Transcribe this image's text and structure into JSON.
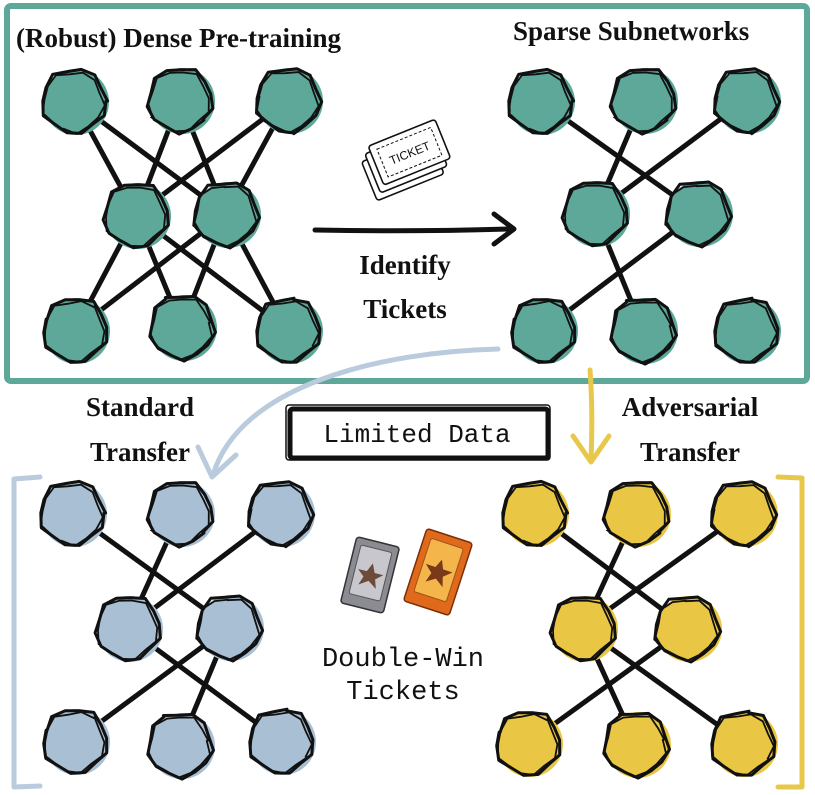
{
  "labels": {
    "dense_title": "(Robust) Dense Pre-training",
    "sparse_title": "Sparse Subnetworks",
    "identify": "Identify",
    "tickets": "Tickets",
    "ticket_stamp": "TICKET",
    "standard": "Standard",
    "standard_transfer": "Transfer",
    "adversarial": "Adversarial",
    "adversarial_transfer": "Transfer",
    "limited_data": "Limited Data",
    "double_win": "Double-Win",
    "double_win_tickets": "Tickets"
  },
  "colors": {
    "teal": "#5ea89a",
    "blue": "#a9bfd3",
    "yellow": "#e9c744",
    "frame_teal": "#5ea89a",
    "arrow_blue": "#b9cbdc",
    "arrow_yellow": "#e8c84a",
    "ink": "#111111"
  },
  "networks": [
    {
      "id": "dense",
      "color": "teal",
      "edges": [
        [
          0,
          3
        ],
        [
          0,
          4
        ],
        [
          1,
          3
        ],
        [
          1,
          4
        ],
        [
          2,
          3
        ],
        [
          2,
          4
        ],
        [
          3,
          5
        ],
        [
          3,
          6
        ],
        [
          3,
          7
        ],
        [
          4,
          5
        ],
        [
          4,
          6
        ],
        [
          4,
          7
        ]
      ]
    },
    {
      "id": "sparse",
      "color": "teal",
      "edges": [
        [
          0,
          4
        ],
        [
          1,
          3
        ],
        [
          2,
          3
        ],
        [
          3,
          6
        ],
        [
          4,
          5
        ]
      ]
    },
    {
      "id": "standard",
      "color": "blue",
      "edges": [
        [
          0,
          4
        ],
        [
          1,
          3
        ],
        [
          2,
          3
        ],
        [
          3,
          7
        ],
        [
          4,
          5
        ],
        [
          4,
          6
        ]
      ]
    },
    {
      "id": "adversarial",
      "color": "yellow",
      "edges": [
        [
          0,
          4
        ],
        [
          1,
          3
        ],
        [
          2,
          3
        ],
        [
          3,
          6
        ],
        [
          3,
          7
        ],
        [
          4,
          5
        ]
      ]
    }
  ]
}
